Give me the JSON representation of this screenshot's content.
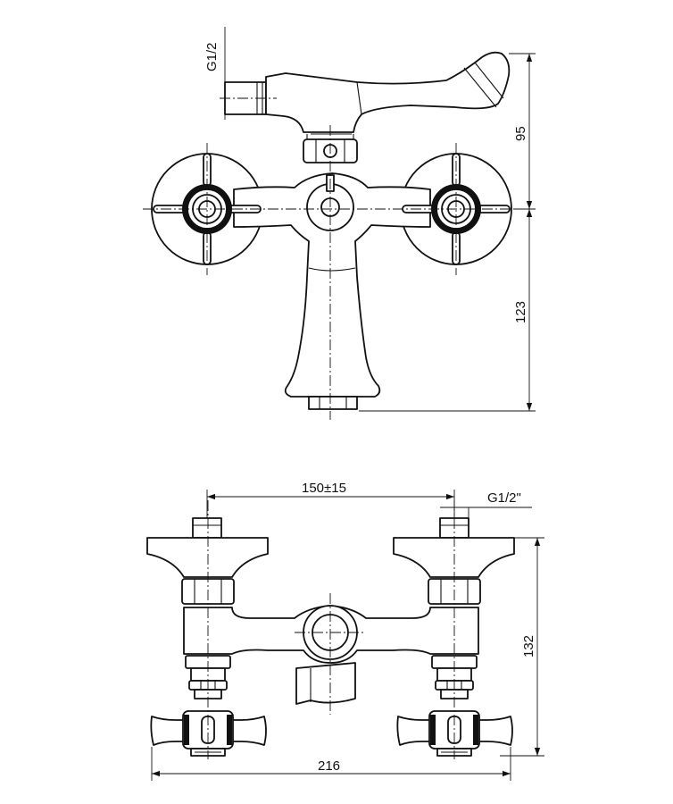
{
  "top_view": {
    "thread_label": "G1/2",
    "dim_upper": "95",
    "dim_lower": "123"
  },
  "front_view": {
    "dim_spacing": "150±15",
    "thread_label": "G1/2\"",
    "dim_height": "132",
    "dim_width": "216"
  }
}
